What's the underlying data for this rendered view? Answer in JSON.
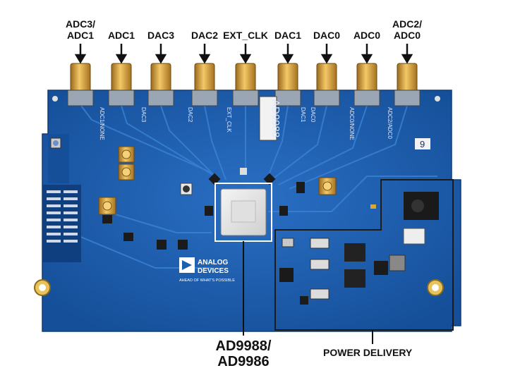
{
  "connectors": [
    {
      "label": "ADC3/\nADC1"
    },
    {
      "label": "ADC1"
    },
    {
      "label": "DAC3"
    },
    {
      "label": "DAC2"
    },
    {
      "label": "EXT_CLK"
    },
    {
      "label": "DAC1"
    },
    {
      "label": "DAC0"
    },
    {
      "label": "ADC0"
    },
    {
      "label": "ADC2/\nADC0"
    }
  ],
  "callouts": {
    "chip": "AD9988/\nAD9986",
    "power": "POWER DELIVERY"
  },
  "board": {
    "part_number": "AD9988",
    "board_number": "9",
    "logo_line1": "ANALOG",
    "logo_line2": "DEVICES",
    "logo_tagline": "AHEAD OF WHAT'S POSSIBLE",
    "silk_adc1": "ADC1/NONE",
    "silk_dac3": "DAC3",
    "silk_dac2": "DAC2",
    "silk_extclk": "EXT_CLK",
    "silk_dac1": "DAC1",
    "silk_dac0": "DAC0",
    "silk_adc0": "ADC0/NONE",
    "silk_adc2": "ADC2/ADC0"
  },
  "colors": {
    "pcb": "#1d5fb0",
    "pcb_dark": "#13478a",
    "gold": "#d9a23a",
    "callout_line": "#111111"
  }
}
